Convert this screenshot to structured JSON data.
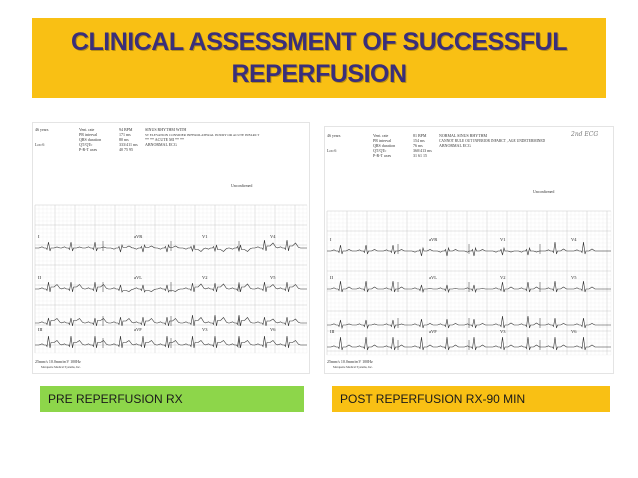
{
  "slide": {
    "title_line1": "CLINICAL ASSESSMENT OF SUCCESSFUL",
    "title_line2": "REPERFUSION",
    "title_color": "#3a2f7a",
    "title_bar_color": "#f9c014"
  },
  "panels": {
    "left": {
      "caption": "PRE REPERFUSION RX",
      "caption_color": "#8dd64a",
      "header": {
        "age": "46 years",
        "vent_rate": "Vent. rate",
        "vent_rate_val": "94 BPM",
        "pr": "PR interval",
        "pr_val": "171 ms",
        "qrs": "QRS duration",
        "qrs_val": "80 ms",
        "qtqtc": "QT/QTc",
        "qtqtc_val": "333/411 ms",
        "axes": "P-R-T axes",
        "axes_val": "40 75 95",
        "loc": "Loc:6",
        "interp1": "SINUS RHYTHM WITH",
        "interp2": "ST ELEVATION CONSIDER INFEROLATERAL INJURY OR ACUTE INFARCT",
        "interp3": "** ** ACUTE MI ** **",
        "interp4": "ABNORMAL ECG",
        "unconfirmed": "Unconfirmed",
        "footer1": "25mm/s  10.0mm/mV  100Hz",
        "footer2": "Marquette Medical Systems, Inc."
      },
      "leads": [
        "I",
        "aVR",
        "V1",
        "V4",
        "II",
        "aVL",
        "V2",
        "V5",
        "III",
        "aVF",
        "V3",
        "V6"
      ]
    },
    "right": {
      "caption": "POST  REPERFUSION RX-90 MIN",
      "caption_color": "#f9c014",
      "header": {
        "age": "46 years",
        "vent_rate": "Vent. rate",
        "vent_rate_val": "81 BPM",
        "pr": "PR interval",
        "pr_val": "154 ms",
        "qrs": "QRS duration",
        "qrs_val": "76 ms",
        "qtqtc": "QT/QTc",
        "qtqtc_val": "360/413 ms",
        "axes": "P-R-T axes",
        "axes_val": "31 61 15",
        "loc": "Loc:6",
        "interp1": "NORMAL SINUS RHYTHM",
        "interp2": "CANNOT RULE OUT INFERIOR INFARCT , AGE UNDETERMINED",
        "interp3": "ABNORMAL ECG",
        "handwriting": "2nd ECG",
        "unconfirmed": "Unconfirmed",
        "footer1": "25mm/s  10.0mm/mV  100Hz",
        "footer2": "Marquette Medical Systems, Inc."
      },
      "leads": [
        "I",
        "aVR",
        "V1",
        "V4",
        "II",
        "aVL",
        "V2",
        "V5",
        "III",
        "aVF",
        "V3",
        "V6"
      ]
    }
  }
}
